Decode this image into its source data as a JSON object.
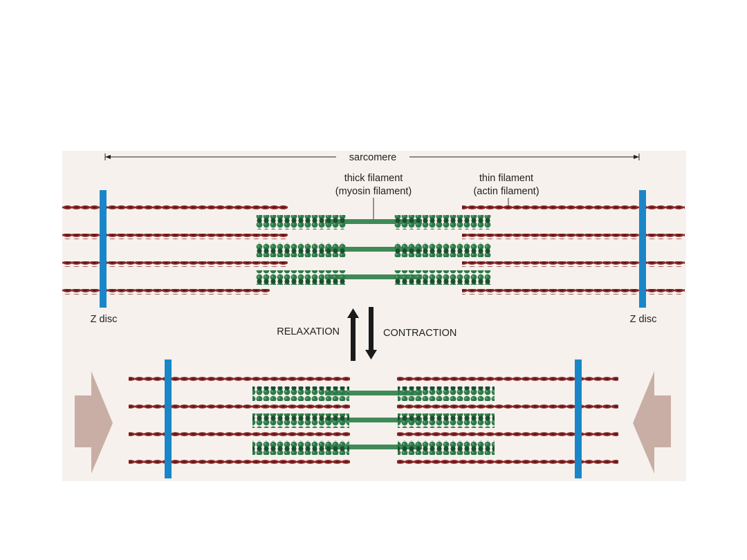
{
  "labels": {
    "sarcomere": "sarcomere",
    "thick_filament_line1": "thick filament",
    "thick_filament_line2": "(myosin filament)",
    "thin_filament_line1": "thin filament",
    "thin_filament_line2": "(actin filament)",
    "z_disc_left": "Z disc",
    "z_disc_right": "Z disc",
    "relaxation": "RELAXATION",
    "contraction": "CONTRACTION"
  },
  "colors": {
    "panel_background": "#f6f1ed",
    "z_disc": "#1a86c8",
    "actin": "#8b2a2a",
    "actin_dark": "#5e1616",
    "myosin_head": "#2e7a4a",
    "myosin_head_dark": "#1c4f2e",
    "myosin_shaft": "#3f8a57",
    "compression_arrow": "#c9aea6",
    "process_arrow": "#1a1a1a"
  },
  "icons": {
    "state_change": "double-vertical-arrow-icon",
    "compression": "inward-arrow-icon"
  }
}
